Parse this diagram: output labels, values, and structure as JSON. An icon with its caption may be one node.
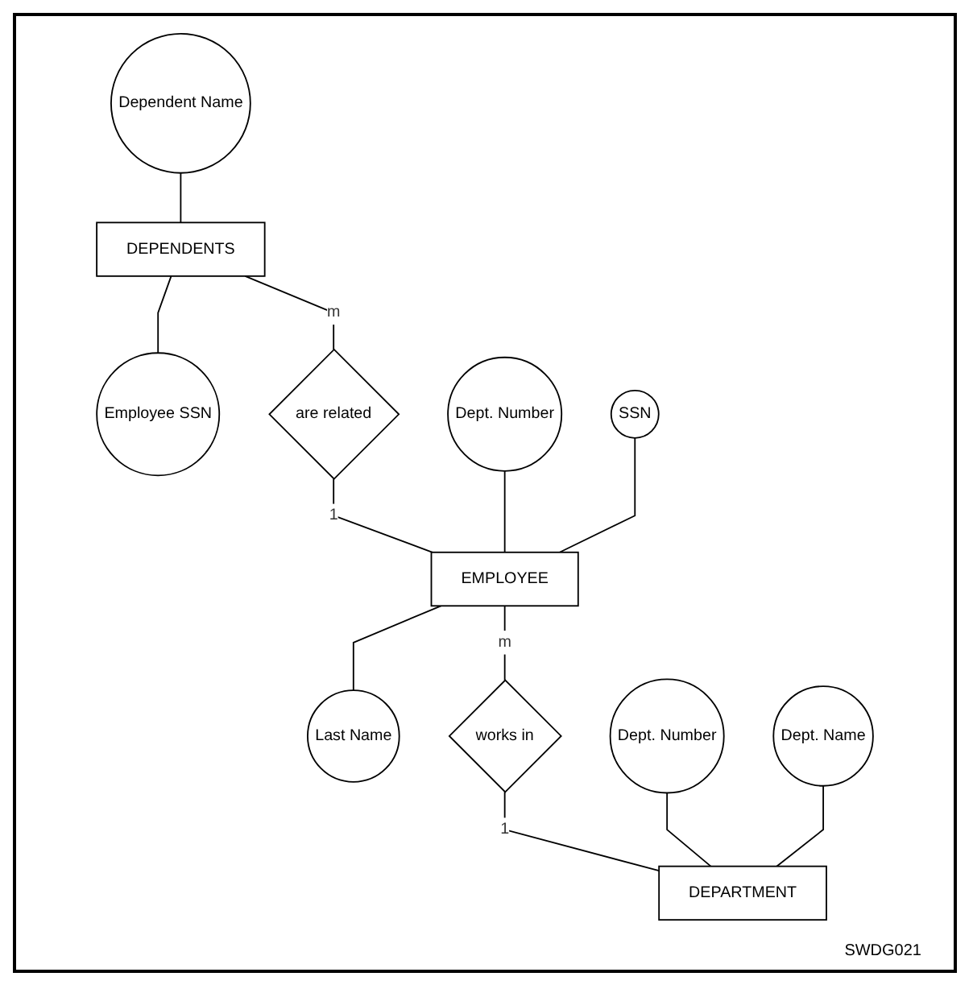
{
  "diagram": {
    "nodes": [
      {
        "text": [
          "Dependent Name"
        ]
      },
      {
        "text": [
          "DEPENDENTS"
        ]
      },
      {
        "text": [
          "Employee SSN"
        ]
      },
      {
        "text": [
          "are related"
        ]
      },
      {
        "text": [
          "Dept. Number"
        ]
      },
      {
        "text": [
          "SSN"
        ]
      },
      {
        "text": [
          "EMPLOYEE"
        ]
      },
      {
        "text": [
          "Last Name"
        ]
      },
      {
        "text": [
          "works in"
        ]
      },
      {
        "text": [
          "Dept. Number"
        ]
      },
      {
        "text": [
          "Dept. Name"
        ]
      },
      {
        "text": [
          "DEPARTMENT"
        ]
      }
    ],
    "edges": [
      {
        "from": 0,
        "to": 1,
        "arrow": "none"
      },
      {
        "from": 1,
        "to": 2,
        "arrow": "none"
      },
      {
        "from": 1,
        "to": 3,
        "arrow": "none",
        "label": "m"
      },
      {
        "from": 3,
        "to": 6,
        "arrow": "none",
        "label": "1"
      },
      {
        "from": 4,
        "to": 6,
        "arrow": "none"
      },
      {
        "from": 5,
        "to": 6,
        "arrow": "none"
      },
      {
        "from": 6,
        "to": 7,
        "arrow": "none"
      },
      {
        "from": 6,
        "to": 8,
        "arrow": "none",
        "label": "m"
      },
      {
        "from": 8,
        "to": 11,
        "arrow": "none",
        "label": "1"
      },
      {
        "from": 9,
        "to": 11,
        "arrow": "none"
      },
      {
        "from": 10,
        "to": 11,
        "arrow": "none"
      }
    ],
    "labels": [
      "SWDG021"
    ]
  }
}
